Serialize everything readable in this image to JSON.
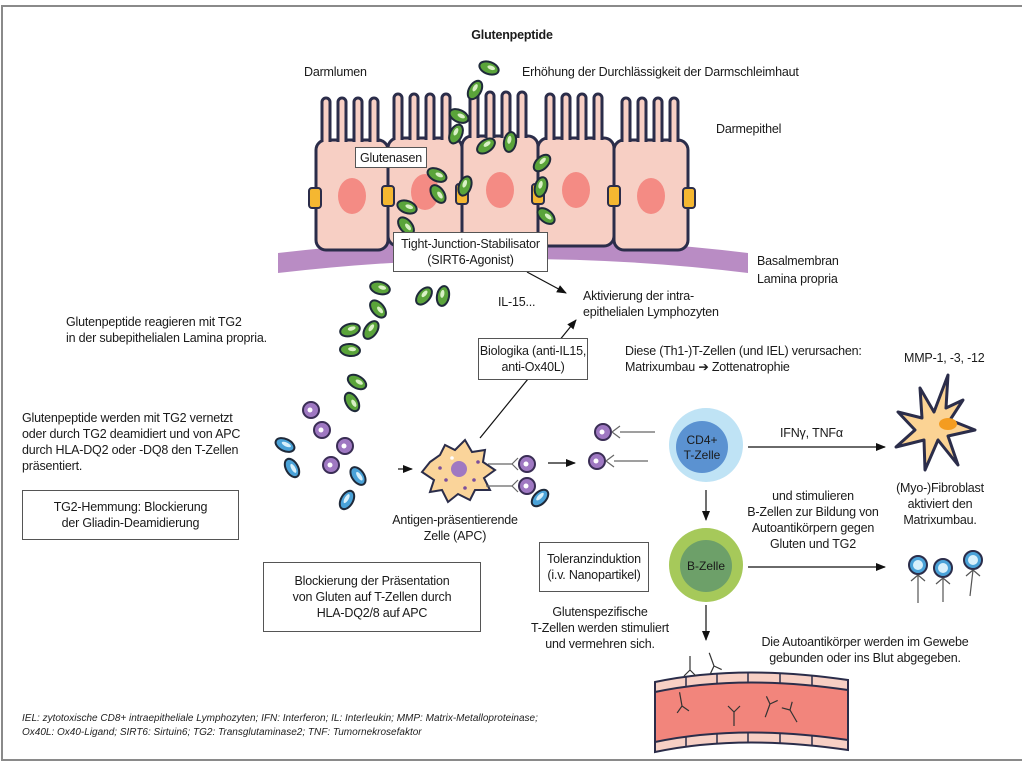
{
  "title": "Glutenpeptide",
  "labels": {
    "darmlumen": "Darmlumen",
    "permeability": "Erhöhung der Durchlässigkeit der Darmschleimhaut",
    "darmepithel": "Darmepithel",
    "basalmembran": "Basalmembran",
    "lamina_propria": "Lamina propria",
    "il15": "IL-15...",
    "iel_activation": "Aktivierung der intra-\nepithelialen Lymphozyten",
    "tg2_react": "Glutenpeptide reagieren mit TG2\nin der subepithelialen Lamina propria.",
    "tg2_crosslink": "Glutenpeptide werden mit TG2 vernetzt\noder durch TG2 deamidiert und von APC\ndurch HLA-DQ2 oder -DQ8 den T-Zellen\npräsentiert.",
    "apc": "Antigen-präsentierende\nZelle (APC)",
    "th1_cause": "Diese (Th1-)T-Zellen (und IEL) verursachen:\nMatrixumbau ➔ Zottenatrophie",
    "mmp": "MMP-1, -3, -12",
    "ifn_tnf": "IFNγ, TNFα",
    "fibroblast": "(Myo-)Fibroblast\naktiviert den\nMatrixumbau.",
    "stimulate_b": "und stimulieren\nB-Zellen zur Bildung von\nAutoantikörpern gegen\nGluten und TG2",
    "gluten_specific": "Glutenspezifische\nT-Zellen werden stimuliert\nund vermehren sich.",
    "autoantibodies": "Die Autoantikörper werden im Gewebe\ngebunden oder ins Blut abgegeben.",
    "cd4_cell": "CD4+\nT-Zelle",
    "b_cell": "B-Zelle"
  },
  "therapy_boxes": {
    "glutenasen": "Glutenasen",
    "tight_junction": "Tight-Junction-Stabilisator\n(SIRT6-Agonist)",
    "biologika": "Biologika (anti-IL15,\nanti-Ox40L)",
    "tg2_inhibition": "TG2-Hemmung: Blockierung\nder Gliadin-Deamidierung",
    "hla_block": "Blockierung der Präsentation\nvon Gluten auf T-Zellen durch\nHLA-DQ2/8 auf APC",
    "tolerance": "Toleranzinduktion\n(i.v. Nanopartikel)"
  },
  "footnote": "IEL: zytotoxische CD8+ intraepitheliale Lymphozyten; IFN: Interferon; IL: Interleukin; MMP: Matrix-Metalloproteinase;\nOx40L: Ox40-Ligand; SIRT6: Sirtuin6; TG2: Transglutaminase2; TNF: Tumornekrosefaktor",
  "colors": {
    "epithel_fill": "#f7cfc4",
    "nucleus": "#f48b84",
    "outline": "#2b2d4a",
    "tight_junction": "#f5b731",
    "basal_membrane": "#b98cc4",
    "gluten_green": "#5aa43a",
    "peptide_purple": "#9f78c2",
    "peptide_blue": "#4aa2d8",
    "apc_fill": "#fad49a",
    "tcell_outer": "#bfe3f5",
    "tcell_inner": "#5b92d1",
    "bcell_outer": "#a6c95a",
    "bcell_inner": "#6da069",
    "fibroblast_fill": "#fbd394",
    "fibroblast_nucleus": "#f49c20",
    "vessel": "#f2857c"
  }
}
